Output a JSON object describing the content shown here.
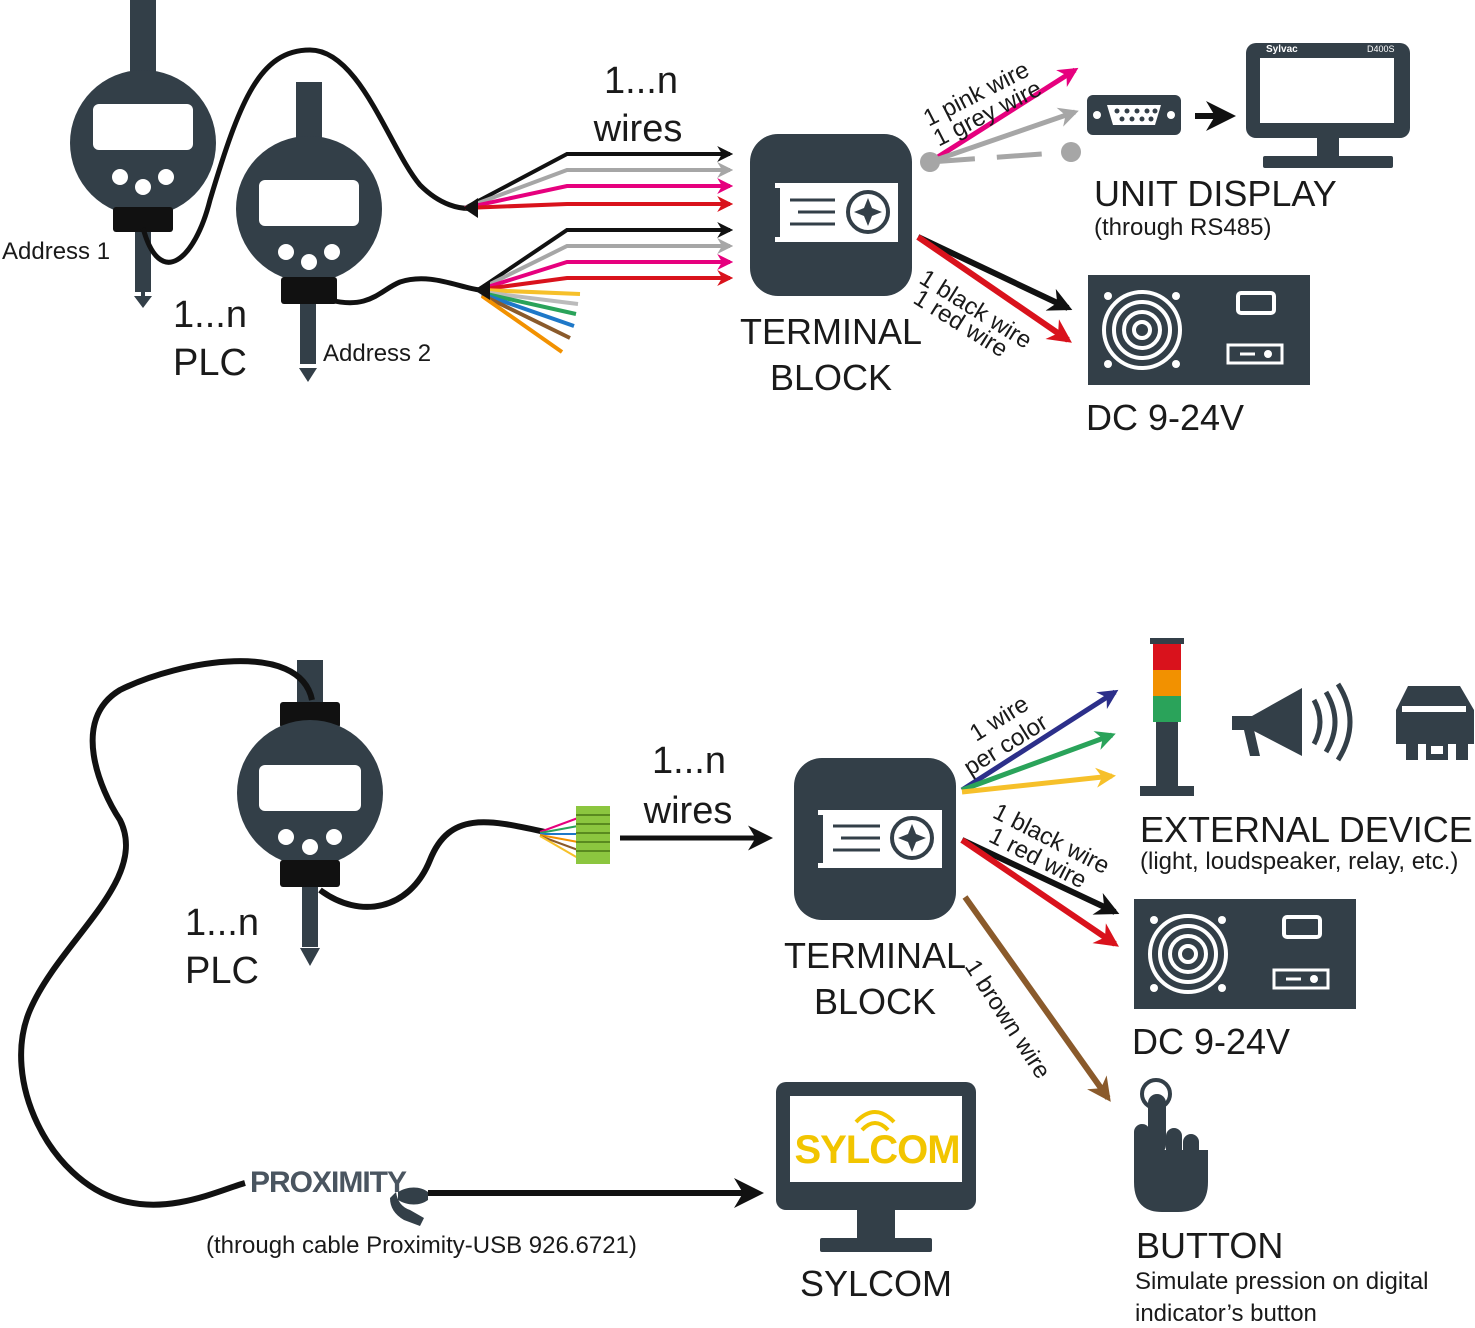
{
  "top": {
    "address1": "Address 1",
    "address2": "Address 2",
    "plc_line1": "1...n",
    "plc_line2": "PLC",
    "wires_line1": "1...n",
    "wires_line2": "wires",
    "terminal_line1": "TERMINAL",
    "terminal_line2": "BLOCK",
    "pink_wire": "1 pink wire",
    "grey_wire": "1 grey wire",
    "black_wire": "1 black wire",
    "red_wire": "1 red wire",
    "unit_display": "UNIT DISPLAY",
    "unit_display_sub": "(through RS485)",
    "monitor_brand": "Sylvac",
    "monitor_model": "D400S",
    "dc": "DC 9-24V"
  },
  "bottom": {
    "plc_line1": "1...n",
    "plc_line2": "PLC",
    "wires_line1": "1...n",
    "wires_line2": "wires",
    "terminal_line1": "TERMINAL",
    "terminal_line2": "BLOCK",
    "wire_per_color_1": "1 wire",
    "wire_per_color_2": "per color",
    "black_wire": "1 black wire",
    "red_wire": "1 red wire",
    "brown_wire": "1 brown wire",
    "external_device": "EXTERNAL DEVICE",
    "external_device_sub": "(light, loudspeaker, relay, etc.)",
    "dc": "DC 9-24V",
    "proximity": "PROXIMITY",
    "proximity_sub": "(through  cable Proximity-USB 926.6721)",
    "sylcom_logo": "SYLCOM",
    "sylcom": "SYLCOM",
    "button": "BUTTON",
    "button_desc_1": "Simulate pression on digital",
    "button_desc_2": "indicator’s button"
  },
  "colors": {
    "dark": "#333f48",
    "black": "#111111",
    "pink": "#e6007e",
    "grey": "#a6a6a6",
    "red": "#d9121c",
    "yellow": "#f6c02a",
    "green": "#2aa35a",
    "blue": "#2c2f8a",
    "brown": "#8a5a2b",
    "sylcom_yellow": "#f2c500",
    "connector_green": "#8cc63f"
  }
}
